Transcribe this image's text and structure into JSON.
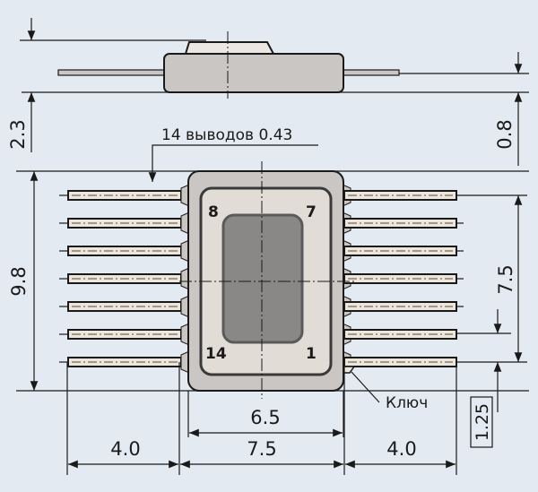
{
  "drawing": {
    "title": "Flat IC package outline",
    "colors": {
      "background": "#e3eaf2",
      "body_fill": "#c9c6c4",
      "lid_fill": "#dcd8d4",
      "window_fill": "#8a8887",
      "lead_fill": "#ede6dc",
      "line": "#1a1a1a"
    },
    "side_view": {
      "height_label": "2.3",
      "lead_height_label": "0.8"
    },
    "top_view": {
      "leads_note": "14 выводов 0.43",
      "total_height_label": "9.8",
      "lead_span_label": "7.5",
      "pitch_label": "1.25",
      "body_width_label": "6.5",
      "left_lead_length_label": "4.0",
      "body_span_label": "7.5",
      "right_lead_length_label": "4.0",
      "key_label": "Ключ",
      "pin_labels": {
        "top_left": "8",
        "top_right": "7",
        "bottom_left": "14",
        "bottom_right": "1"
      },
      "leads_per_side": 7
    }
  }
}
